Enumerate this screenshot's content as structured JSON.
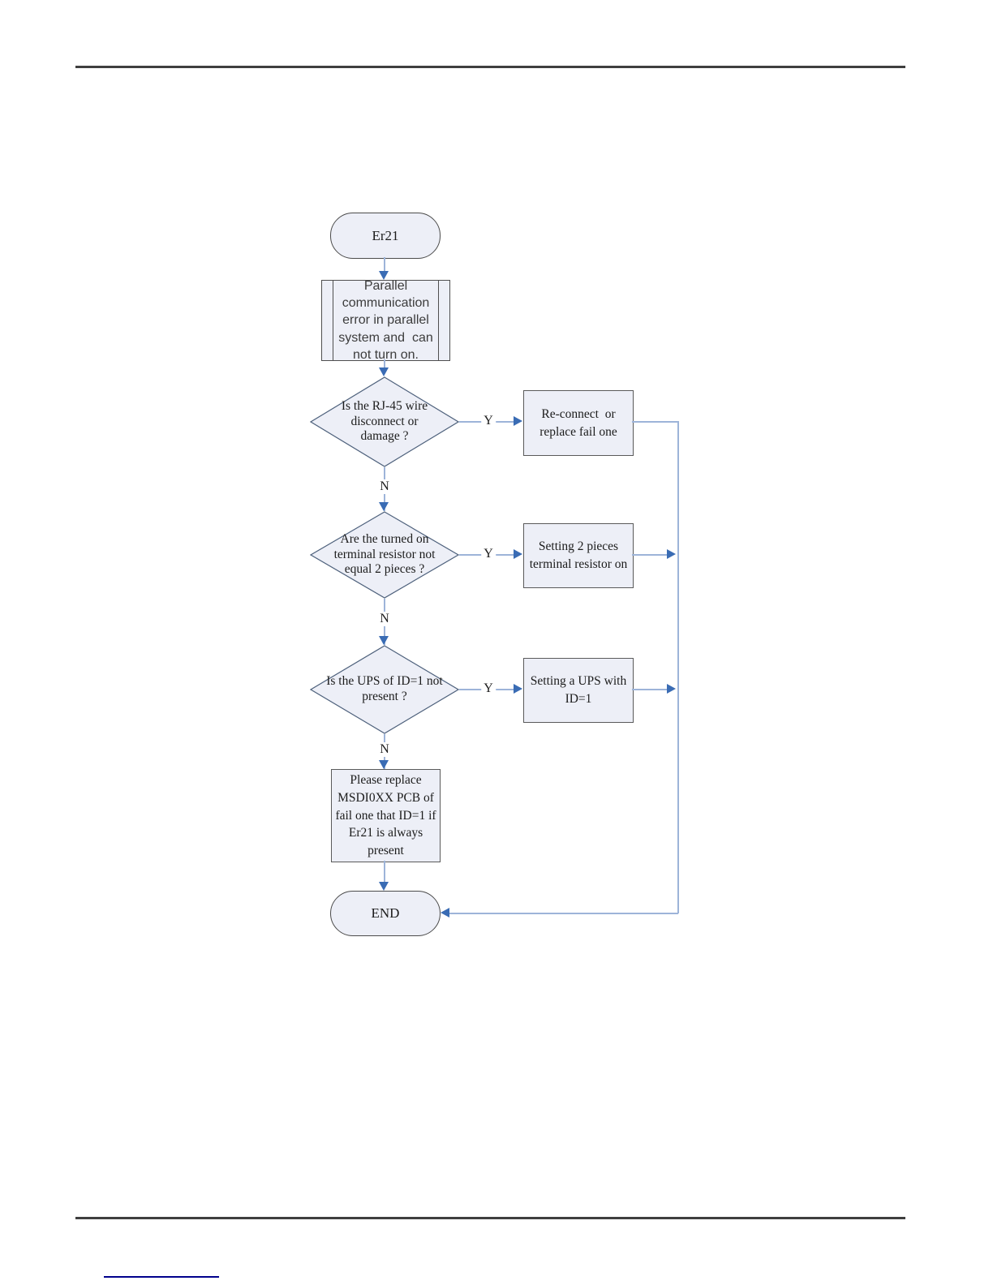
{
  "document": {
    "rule_color": "#3f3f3f",
    "footnote_rule_color": "#00008b"
  },
  "colors": {
    "shape_fill": "#edeff7",
    "shape_border": "#4f4f4f",
    "diamond_border": "#4e617c",
    "connector_line": "#9db4d9",
    "arrowhead": "#3a6cb4",
    "text": "#1c1c1c"
  },
  "flowchart": {
    "start_label": "Er21",
    "end_label": "END",
    "branch_labels": {
      "yes": "Y",
      "no": "N"
    },
    "description": {
      "lines": [
        "Parallel",
        "communication",
        "error in parallel",
        "system and  can",
        "not turn on."
      ]
    },
    "decisions": [
      {
        "id": "rj45-wire",
        "lines": [
          "Is the RJ-45 wire",
          "disconnect or",
          "damage ?"
        ]
      },
      {
        "id": "terminal-resistor",
        "lines": [
          "Are the turned on",
          "terminal resistor not",
          "equal 2 pieces ?"
        ]
      },
      {
        "id": "ups-id1",
        "lines": [
          "Is the UPS of ID=1 not",
          "present ?"
        ]
      }
    ],
    "actions": [
      {
        "id": "reconnect",
        "lines": [
          "Re-connect  or",
          "replace fail one"
        ]
      },
      {
        "id": "set-resistor",
        "lines": [
          "Setting 2 pieces",
          "terminal resistor on"
        ]
      },
      {
        "id": "set-ups",
        "lines": [
          "Setting a UPS with",
          "ID=1"
        ]
      }
    ],
    "final_action": {
      "lines": [
        "Please replace",
        "MSDI0XX PCB of",
        "fail one that ID=1 if",
        "Er21 is always",
        "present"
      ]
    }
  }
}
